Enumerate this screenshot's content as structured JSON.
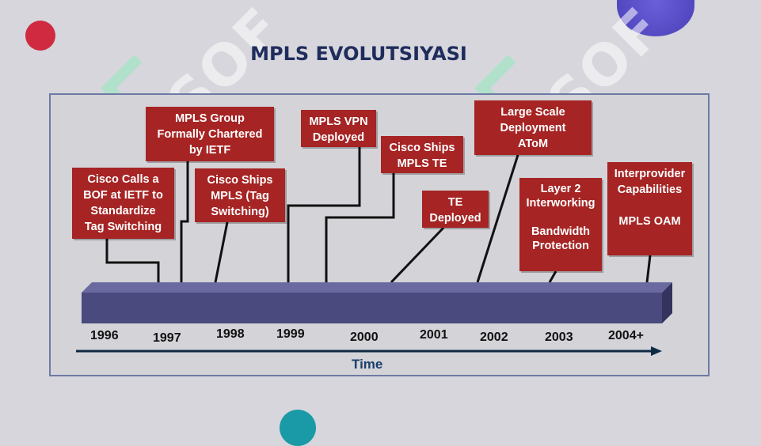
{
  "title": "MPLS EVOLUTSIYASI",
  "watermark": "SOF",
  "diagram": {
    "axis_label": "Time",
    "years": [
      "1996",
      "1997",
      "1998",
      "1999",
      "2000",
      "2001",
      "2002",
      "2003",
      "2004+"
    ],
    "events": [
      {
        "id": "bof",
        "text": "Cisco Calls a\nBOF at IETF to\nStandardize\nTag Switching"
      },
      {
        "id": "group",
        "text": "MPLS Group\nFormally Chartered\nby IETF"
      },
      {
        "id": "tag",
        "text": "Cisco Ships\nMPLS (Tag\nSwitching)"
      },
      {
        "id": "vpn",
        "text": "MPLS VPN\nDeployed"
      },
      {
        "id": "te",
        "text": "Cisco Ships\nMPLS TE"
      },
      {
        "id": "tedeploy",
        "text": "TE\nDeployed"
      },
      {
        "id": "atom",
        "text": "Large Scale\nDeployment\nAToM"
      },
      {
        "id": "l2",
        "text": "Layer 2\nInterworking\n\nBandwidth\nProtection"
      },
      {
        "id": "interprov",
        "text": "Interprovider\nCapabilities\n\nMPLS OAM"
      }
    ],
    "colors": {
      "box": "#a62424",
      "bar": "#4a4a7e",
      "arrow": "#0f2b44",
      "title": "#1f2d5c"
    }
  }
}
